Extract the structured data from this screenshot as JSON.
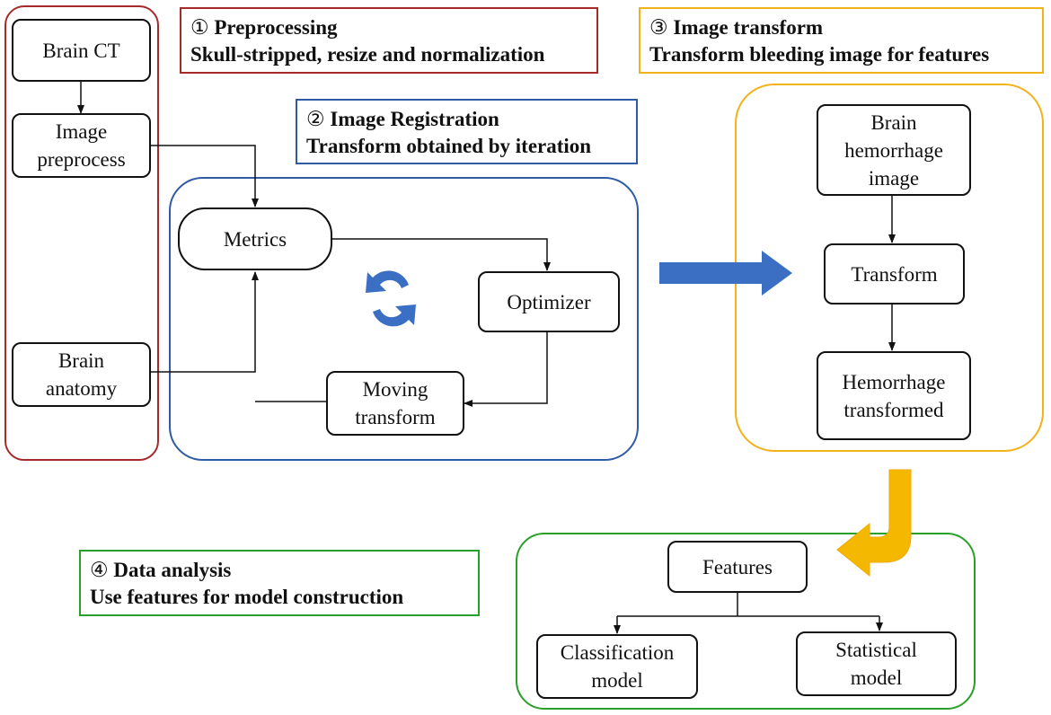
{
  "colors": {
    "preprocessing": "#a52a2a",
    "registration": "#2e5aa6",
    "transform": "#f2b21b",
    "analysis": "#2aa02a",
    "flow_arrow_blue": "#3a6fc4",
    "flow_arrow_yellow": "#f5b800",
    "box_stroke": "#111111"
  },
  "icons": {
    "iteration": "circular-arrows-icon",
    "flow_right": "block-arrow-right-icon",
    "flow_down_left": "curved-arrow-down-left-icon"
  },
  "stages": {
    "preprocessing": {
      "number": "①",
      "title": "Preprocessing",
      "subtitle": "Skull-stripped, resize and normalization",
      "nodes": {
        "brain_ct": "Brain CT",
        "image_preprocess": "Image\npreprocess",
        "brain_anatomy": "Brain\nanatomy"
      }
    },
    "registration": {
      "number": "②",
      "title": "Image Registration",
      "subtitle": "Transform obtained by iteration",
      "nodes": {
        "metrics": "Metrics",
        "optimizer": "Optimizer",
        "moving_transform": "Moving\ntransform"
      }
    },
    "transform": {
      "number": "③",
      "title": "Image transform",
      "subtitle": "Transform bleeding image for features",
      "nodes": {
        "hemorrhage_image": "Brain\nhemorrhage\nimage",
        "transform": "Transform",
        "hemorrhage_transformed": "Hemorrhage\ntransformed"
      }
    },
    "analysis": {
      "number": "④",
      "title": "Data analysis",
      "subtitle": "Use features for model construction",
      "nodes": {
        "features": "Features",
        "classification_model": "Classification\nmodel",
        "statistical_model": "Statistical\nmodel"
      }
    }
  }
}
